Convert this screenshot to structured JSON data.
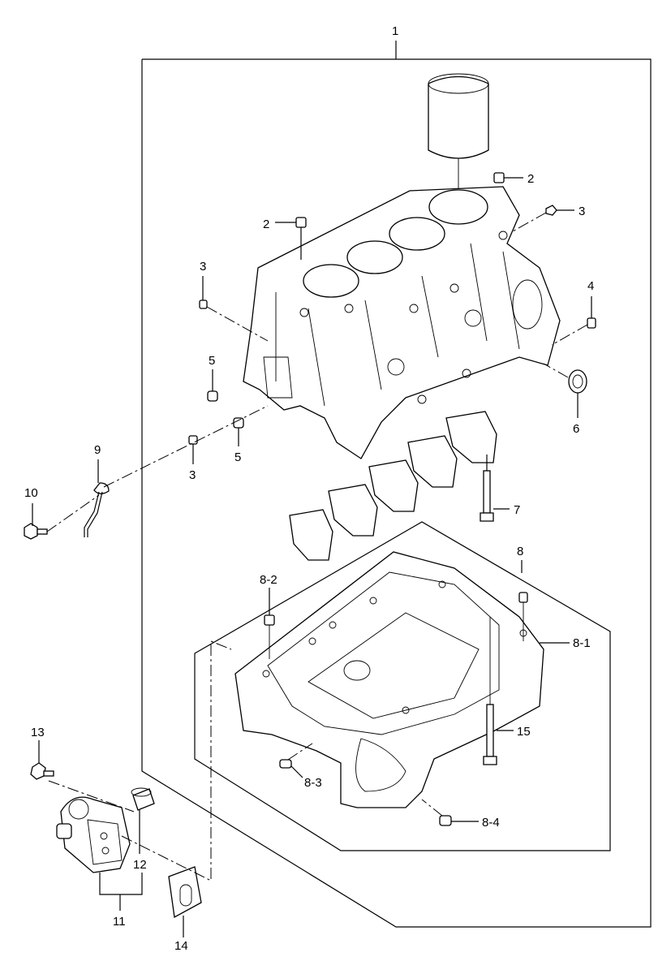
{
  "diagram": {
    "callouts": [
      {
        "id": "c1",
        "label": "1"
      },
      {
        "id": "c2a",
        "label": "2"
      },
      {
        "id": "c2b",
        "label": "2"
      },
      {
        "id": "c3a",
        "label": "3"
      },
      {
        "id": "c3b",
        "label": "3"
      },
      {
        "id": "c3c",
        "label": "3"
      },
      {
        "id": "c4",
        "label": "4"
      },
      {
        "id": "c5a",
        "label": "5"
      },
      {
        "id": "c5b",
        "label": "5"
      },
      {
        "id": "c6",
        "label": "6"
      },
      {
        "id": "c7",
        "label": "7"
      },
      {
        "id": "c8",
        "label": "8"
      },
      {
        "id": "c8_1",
        "label": "8-1"
      },
      {
        "id": "c8_2",
        "label": "8-2"
      },
      {
        "id": "c8_3",
        "label": "8-3"
      },
      {
        "id": "c8_4",
        "label": "8-4"
      },
      {
        "id": "c9",
        "label": "9"
      },
      {
        "id": "c10",
        "label": "10"
      },
      {
        "id": "c11",
        "label": "11"
      },
      {
        "id": "c12",
        "label": "12"
      },
      {
        "id": "c13",
        "label": "13"
      },
      {
        "id": "c14",
        "label": "14"
      },
      {
        "id": "c15",
        "label": "15"
      }
    ]
  }
}
